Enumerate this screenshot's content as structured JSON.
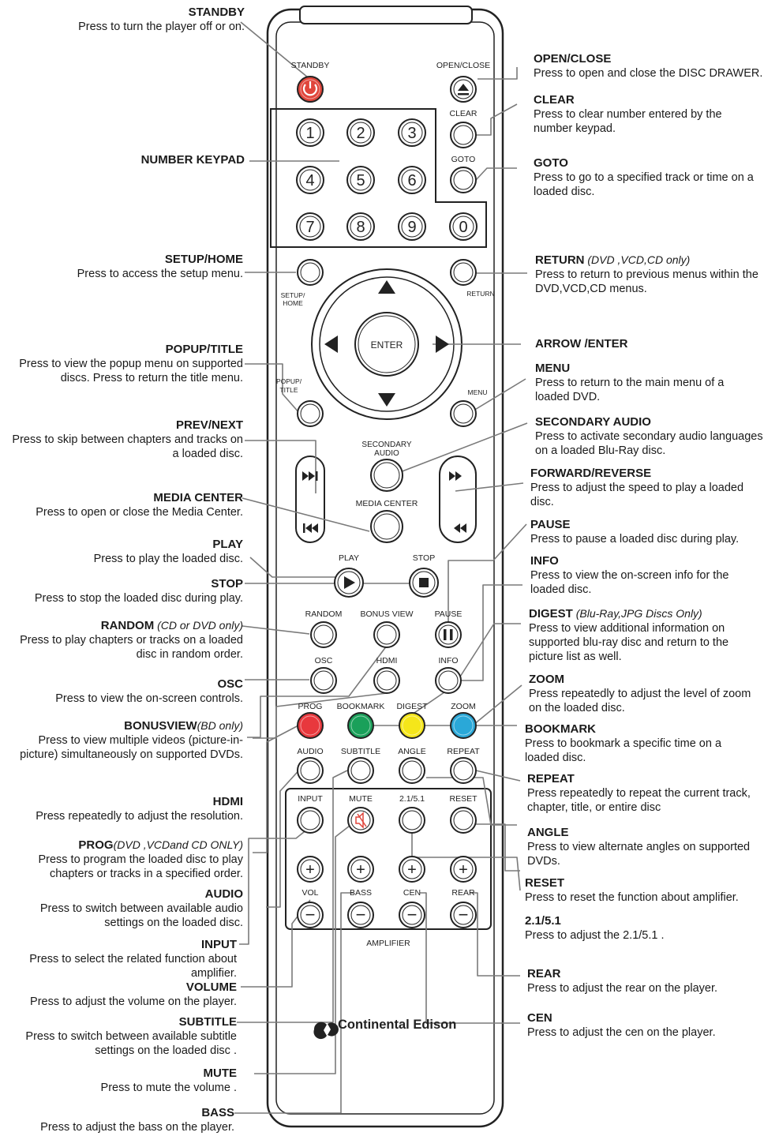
{
  "brand": {
    "name": "Continental Edison"
  },
  "remote": {
    "standby": "STANDBY",
    "open_close": "OPEN/CLOSE",
    "clear": "CLEAR",
    "goto": "GOTO",
    "return": "RETURN",
    "setup_home_1": "SETUP/",
    "setup_home_2": "HOME",
    "popup_title_1": "POPUP/",
    "popup_title_2": "TITLE",
    "menu": "MENU",
    "enter": "ENTER",
    "secondary_audio_1": "SECONDARY",
    "secondary_audio_2": "AUDIO",
    "media_center": "MEDIA CENTER",
    "play": "PLAY",
    "stop": "STOP",
    "random": "RANDOM",
    "bonus_view": "BONUS VIEW",
    "pause": "PAUSE",
    "osc": "OSC",
    "hdmi": "HDMI",
    "info": "INFO",
    "prog": "PROG",
    "bookmark": "BOOKMARK",
    "digest": "DIGEST",
    "zoom": "ZOOM",
    "audio": "AUDIO",
    "subtitle": "SUBTITLE",
    "angle": "ANGLE",
    "repeat": "REPEAT",
    "input": "INPUT",
    "mute": "MUTE",
    "ch_2151": "2.1/5.1",
    "reset": "RESET",
    "vol": "VOL",
    "bass": "BASS",
    "cen": "CEN",
    "rear": "REAR",
    "amplifier": "AMPLIFIER",
    "digits": [
      "1",
      "2",
      "3",
      "4",
      "5",
      "6",
      "7",
      "8",
      "9",
      "0"
    ],
    "plus": "+",
    "minus": "−",
    "colors": {
      "prog": "#e8383d",
      "bookmark": "#1aa05a",
      "digest": "#f5e61a",
      "zoom": "#2aa8d8",
      "standby": "#e0463c"
    }
  },
  "annotations": {
    "standby": {
      "title": "STANDBY",
      "desc": "Press to turn the player off or on."
    },
    "number_keypad": {
      "title": "NUMBER KEYPAD"
    },
    "setup_home": {
      "title": "SETUP/HOME",
      "desc": "Press to access the setup menu."
    },
    "popup_title": {
      "title": "POPUP/TITLE",
      "desc": "Press to view the popup menu on supported discs. Press to return the title menu."
    },
    "prev_next": {
      "title": "PREV/NEXT",
      "desc": "Press to skip between chapters and tracks on a loaded disc."
    },
    "media_center": {
      "title": "MEDIA CENTER",
      "desc": "Press to open or close the Media Center."
    },
    "play": {
      "title": "PLAY",
      "desc": "Press to play the loaded disc."
    },
    "stop": {
      "title": "STOP",
      "desc": "Press to stop the loaded disc during play."
    },
    "random": {
      "title": "RANDOM",
      "note": " (CD or DVD only)",
      "desc": "Press to play chapters or tracks on a loaded disc in random order."
    },
    "osc": {
      "title": "OSC",
      "desc": "Press to view the on-screen controls."
    },
    "bonusview": {
      "title": "BONUSVIEW",
      "note": "(BD only)",
      "desc": "Press to view multiple videos (picture-in-picture) simultaneously on supported DVDs."
    },
    "hdmi": {
      "title": "HDMI",
      "desc": "Press repeatedly to adjust the resolution."
    },
    "prog": {
      "title": "PROG",
      "note": "(DVD ,VCDand CD ONLY)",
      "desc": "Press to program the loaded disc to play chapters or tracks in a specified order."
    },
    "audio": {
      "title": "AUDIO",
      "desc": "Press to switch between available audio settings on the loaded disc."
    },
    "input": {
      "title": "INPUT",
      "desc": "Press to select the related function about amplifier."
    },
    "volume": {
      "title": "VOLUME",
      "desc": "Press to adjust the volume on the player."
    },
    "subtitle": {
      "title": "SUBTITLE",
      "desc": "Press to switch between available subtitle settings on the loaded disc ."
    },
    "mute": {
      "title": "MUTE",
      "desc": "Press to mute the volume ."
    },
    "bass": {
      "title": "BASS",
      "desc": "Press to adjust the bass on the player."
    },
    "open_close": {
      "title": "OPEN/CLOSE",
      "desc": "Press to open and close the DISC DRAWER."
    },
    "clear": {
      "title": "CLEAR",
      "desc": "Press to clear number entered by the number keypad."
    },
    "goto": {
      "title": "GOTO",
      "desc": "Press to go to a specified track or time on a loaded disc."
    },
    "return": {
      "title": "RETURN",
      "note": " (DVD ,VCD,CD only)",
      "desc": "Press to return to previous menus within the DVD,VCD,CD menus."
    },
    "arrow_enter": {
      "title": "ARROW /ENTER"
    },
    "menu": {
      "title": "MENU",
      "desc": "Press to return to the main menu of a loaded DVD."
    },
    "secondary_audio": {
      "title": "SECONDARY AUDIO",
      "desc": "Press to activate secondary audio languages on a loaded Blu-Ray disc."
    },
    "forward_reverse": {
      "title": "FORWARD/REVERSE",
      "desc": "Press to adjust the speed to play a loaded disc."
    },
    "pause": {
      "title": "PAUSE",
      "desc": "Press to pause a loaded disc during play."
    },
    "info": {
      "title": "INFO",
      "desc": "Press to view the on-screen info for the loaded disc."
    },
    "digest": {
      "title": "DIGEST",
      "note": " (Blu-Ray,JPG Discs Only)",
      "desc": "Press to view additional information on supported blu-ray disc and return to the picture list as well."
    },
    "zoom": {
      "title": "ZOOM",
      "desc": "Press repeatedly to adjust the level of zoom on the loaded disc."
    },
    "bookmark": {
      "title": "BOOKMARK",
      "desc": "Press to bookmark a specific time on a loaded disc."
    },
    "repeat": {
      "title": "REPEAT",
      "desc": "Press repeatedly to repeat the current track, chapter, title, or entire disc"
    },
    "angle": {
      "title": "ANGLE",
      "desc": "Press to view alternate angles on supported DVDs."
    },
    "reset": {
      "title": "RESET",
      "desc": "Press to reset the function about amplifier."
    },
    "ch_2151": {
      "title": "2.1/5.1",
      "desc": "Press to adjust the 2.1/5.1 ."
    },
    "rear": {
      "title": "REAR",
      "desc": "Press to adjust the rear on the player."
    },
    "cen": {
      "title": "CEN",
      "desc": "Press to adjust the cen on the player."
    }
  }
}
